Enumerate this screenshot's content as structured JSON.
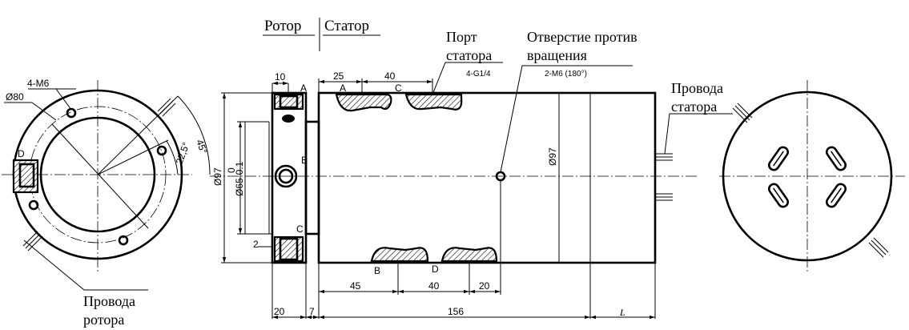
{
  "labels": {
    "rotor": "Ротор",
    "stator": "Статор",
    "stator_port_1": "Порт",
    "stator_port_2": "статора",
    "anti_rotation_1": "Отверстие против",
    "anti_rotation_2": "вращения",
    "stator_wires_1": "Провода",
    "stator_wires_2": "статора",
    "rotor_wires_1": "Провода",
    "rotor_wires_2": "ротора",
    "port_callout": "4-G1/4",
    "hole_callout": "2-M6 (180°)"
  },
  "left_view": {
    "holes_callout": "4-M6",
    "dia_80": "Ø80",
    "angle_45": "45°",
    "angle_22": "22,5°",
    "port_d": "D"
  },
  "dims": {
    "d10": "10",
    "d25": "25",
    "d40_top": "40",
    "dia97_left": "Ø97",
    "dia65": "Ø65-0.1",
    "zero": "0",
    "dia97_right": "Ø97",
    "d2": "2",
    "d45": "45",
    "d40_bottom": "40",
    "d20_bottom": "20",
    "d20_left": "20",
    "d7": "7",
    "d156": "156",
    "dL": "L"
  },
  "ports": {
    "A_top": "A",
    "C_top": "C",
    "A_rotor": "A",
    "B_rotor": "B",
    "C_rotor": "C",
    "B_bottom": "B",
    "D_bottom": "D"
  }
}
